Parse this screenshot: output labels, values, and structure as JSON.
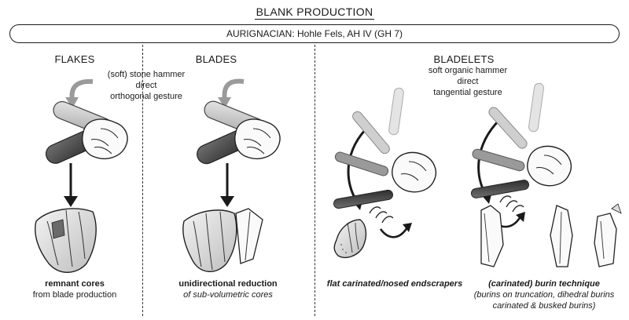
{
  "title": "BLANK PRODUCTION",
  "banner": "AURIGNACIAN: Hohle Fels, AH IV (GH 7)",
  "columns": {
    "flakes": {
      "heading": "FLAKES",
      "caption_bold": "remnant cores",
      "caption_sub": "from blade production"
    },
    "blades": {
      "heading": "BLADES",
      "caption_bold": "unidirectional reduction",
      "caption_sub": "of sub-volumetric cores"
    },
    "bladelets": {
      "heading": "BLADELETS",
      "left_caption": "flat carinated/nosed endscrapers",
      "right_caption": "(carinated) burin technique",
      "right_sub_1": "(burins on truncation, dihedral burins",
      "right_sub_2": "carinated & busked burins)"
    }
  },
  "hammer_stone": {
    "line1": "(soft) stone hammer",
    "line2": "direct",
    "line3": "orthogonal gesture"
  },
  "hammer_organic": {
    "line1": "soft organic hammer",
    "line2": "direct",
    "line3": "tangential gesture"
  }
}
